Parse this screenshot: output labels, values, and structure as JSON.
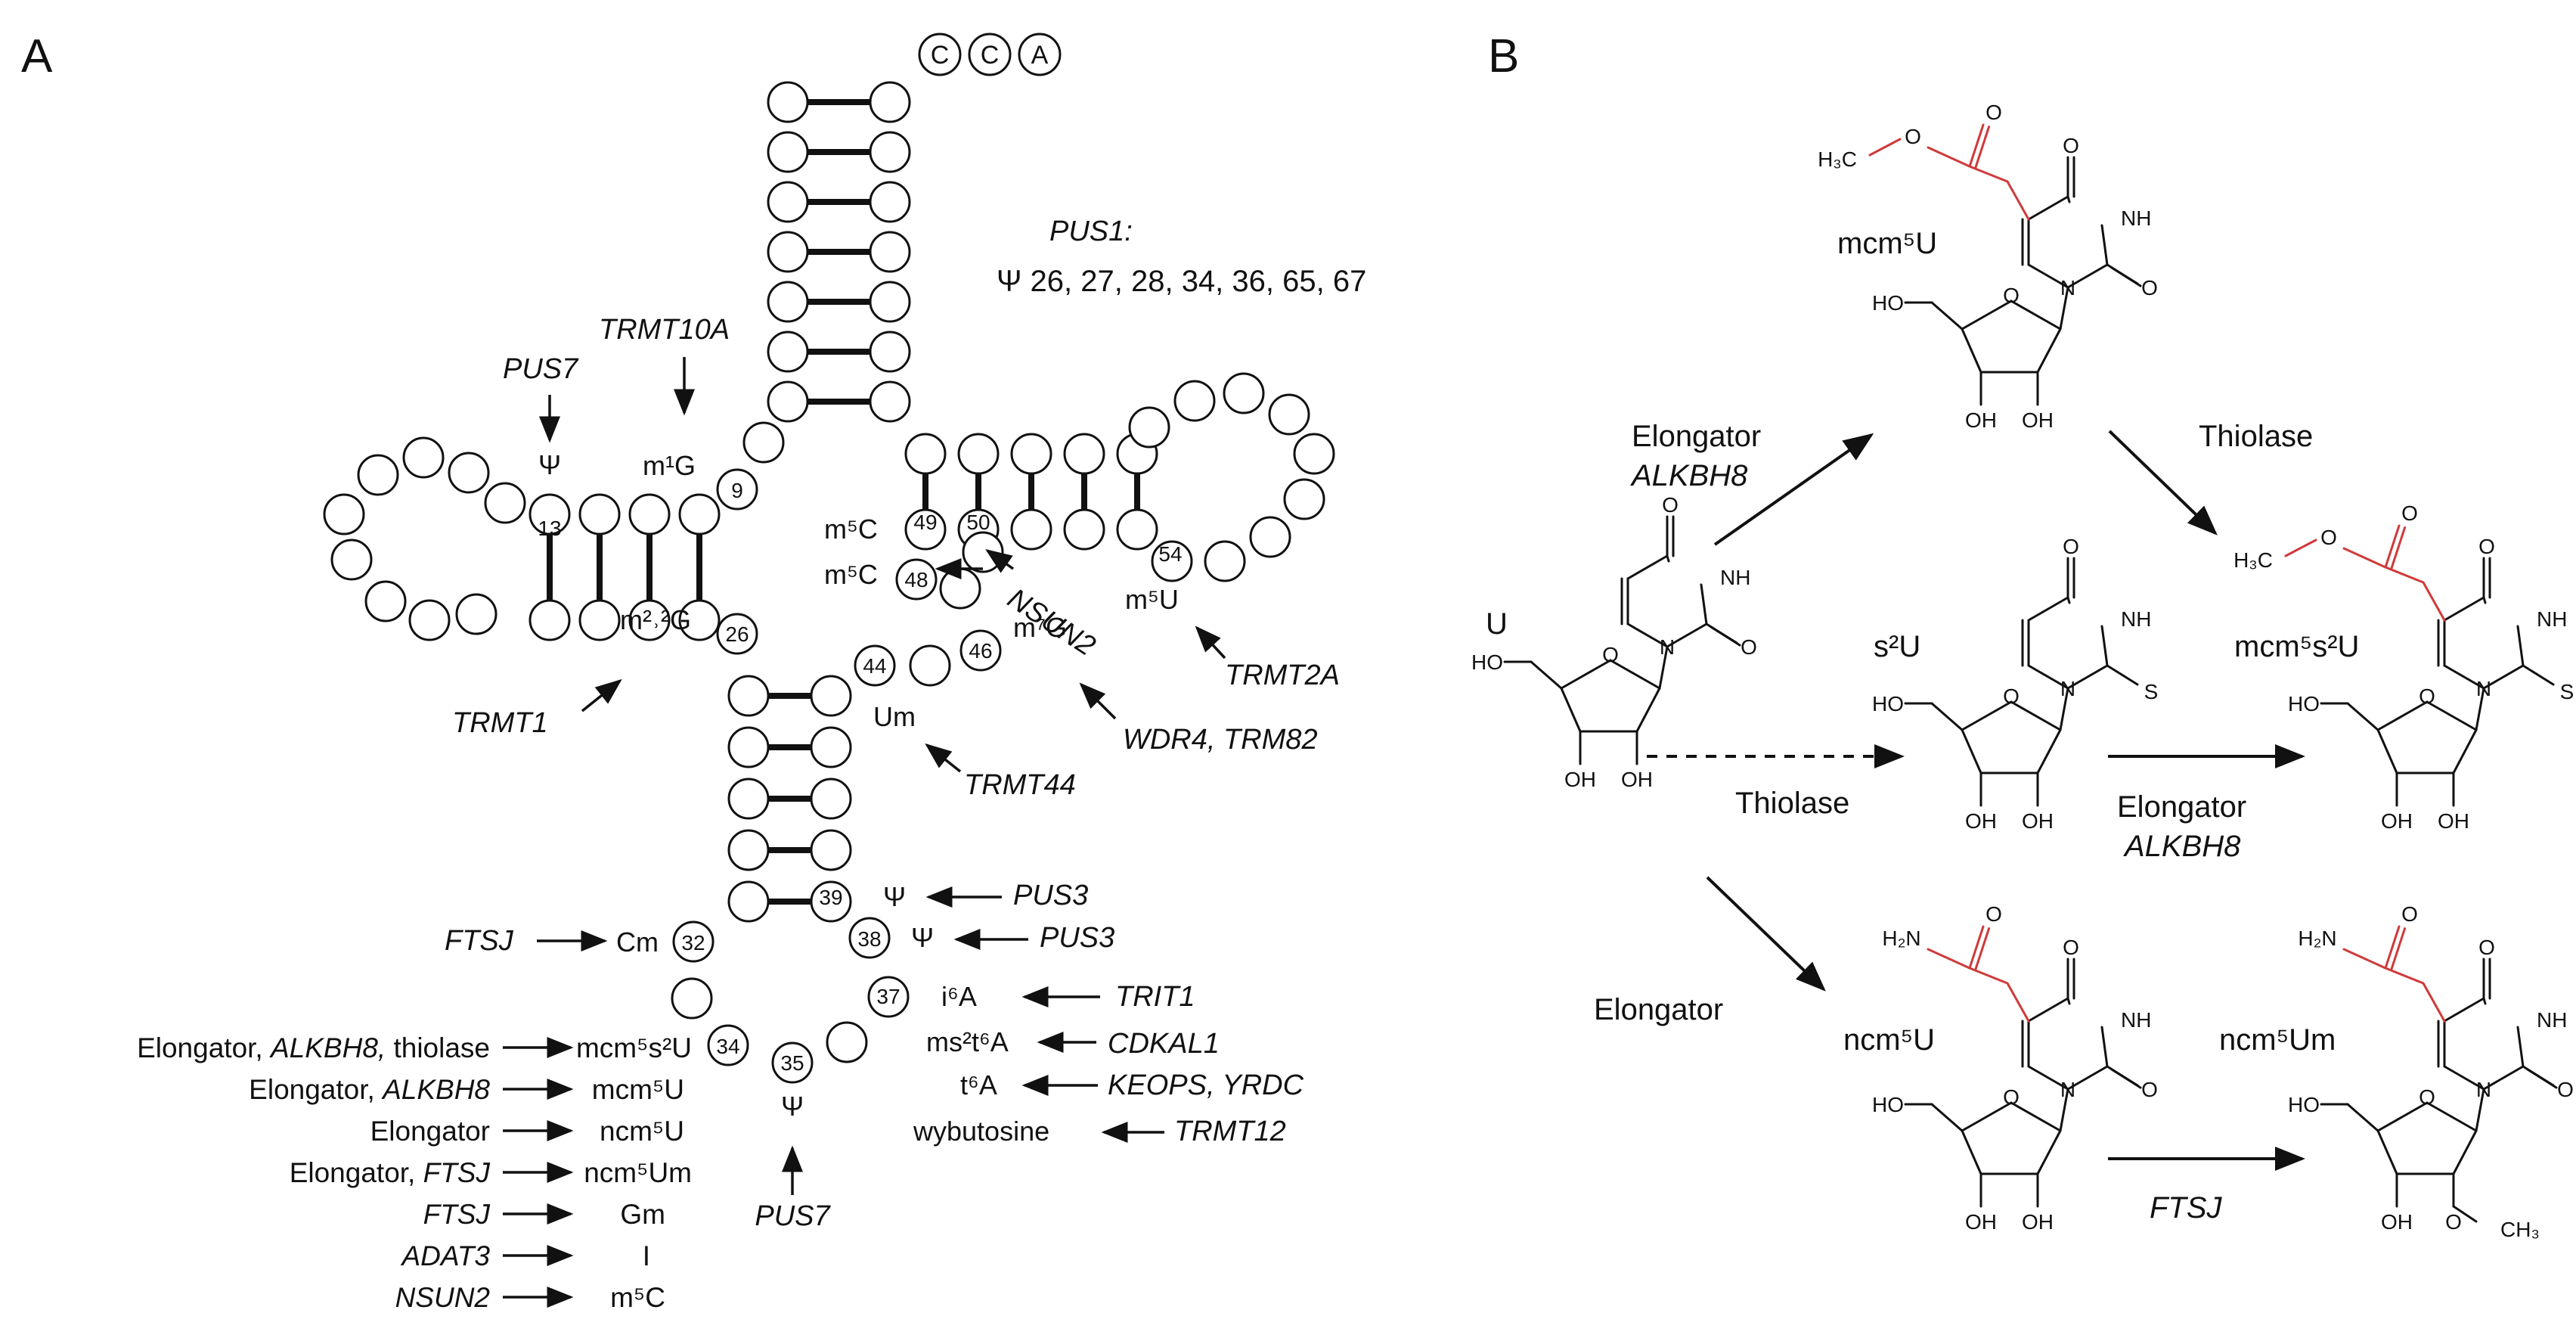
{
  "panels": {
    "a": "A",
    "b": "B"
  },
  "colors": {
    "ink": "#111111",
    "substituent": "#d03a3a"
  },
  "trna": {
    "acceptor_end": [
      "C",
      "C",
      "A"
    ],
    "positions": [
      "9",
      "13",
      "26",
      "32",
      "34",
      "35",
      "37",
      "38",
      "39",
      "44",
      "46",
      "48",
      "49",
      "50",
      "54"
    ],
    "mods": {
      "psi13": "Ψ",
      "m1g": "m¹G",
      "m22g": "m²˒²G",
      "m5c49": "m⁵C",
      "m5c48": "m⁵C",
      "m5u": "m⁵U",
      "m7g": "m⁷G",
      "um": "Um",
      "cm": "Cm",
      "psi39": "Ψ",
      "psi38": "Ψ",
      "psi35": "Ψ",
      "i6a": "i⁶A",
      "ms2t6a": "ms²t⁶A",
      "t6a": "t⁶A",
      "wybutosine": "wybutosine"
    },
    "enzymes": {
      "pus1_title": "PUS1:",
      "pus1_sites": "Ψ 26, 27, 28, 34, 36, 65, 67",
      "trmt10a": "TRMT10A",
      "pus7_top": "PUS7",
      "nsun2": "NSUN2",
      "trmt2a": "TRMT2A",
      "trmt1": "TRMT1",
      "wdr4": "WDR4, TRM82",
      "trmt44": "TRMT44",
      "pus3_a": "PUS3",
      "pus3_b": "PUS3",
      "ftsj": "FTSJ",
      "trit1": "TRIT1",
      "cdkal1": "CDKAL1",
      "keops": "KEOPS, YRDC",
      "trmt12": "TRMT12",
      "pus7_bottom": "PUS7"
    },
    "wobble": [
      {
        "enzyme_plain": "Elongator, ",
        "enzyme_italic": "ALKBH8,",
        "enzyme_tail": " thiolase",
        "mod": "mcm⁵s²U"
      },
      {
        "enzyme_plain": "Elongator, ",
        "enzyme_italic": "ALKBH8",
        "enzyme_tail": "",
        "mod": "mcm⁵U"
      },
      {
        "enzyme_plain": "Elongator",
        "enzyme_italic": "",
        "enzyme_tail": "",
        "mod": "ncm⁵U"
      },
      {
        "enzyme_plain": "Elongator, ",
        "enzyme_italic": "FTSJ",
        "enzyme_tail": "",
        "mod": "ncm⁵Um"
      },
      {
        "enzyme_plain": "",
        "enzyme_italic": "FTSJ",
        "enzyme_tail": "",
        "mod": "Gm"
      },
      {
        "enzyme_plain": "",
        "enzyme_italic": "ADAT3",
        "enzyme_tail": "",
        "mod": "I"
      },
      {
        "enzyme_plain": "",
        "enzyme_italic": "NSUN2",
        "enzyme_tail": "",
        "mod": "m⁵C"
      }
    ]
  },
  "pathway": {
    "compounds": {
      "u": "U",
      "mcm5u": "mcm⁵U",
      "s2u": "s²U",
      "mcm5s2u": "mcm⁵s²U",
      "ncm5u": "ncm⁵U",
      "ncm5um": "ncm⁵Um"
    },
    "arrows": {
      "elongator_1": "Elongator",
      "alkbh8_1": "ALKBH8",
      "thiolase_top": "Thiolase",
      "thiolase_mid": "Thiolase",
      "elongator_2": "Elongator",
      "alkbh8_2": "ALKBH8",
      "elongator_3": "Elongator",
      "ftsj": "FTSJ"
    },
    "atoms": {
      "O": "O",
      "NH": "NH",
      "N": "N",
      "HO": "HO",
      "OH": "OH",
      "S": "S",
      "H3C": "H₃C",
      "CH3": "CH₃",
      "H2N": "H₂N"
    }
  }
}
